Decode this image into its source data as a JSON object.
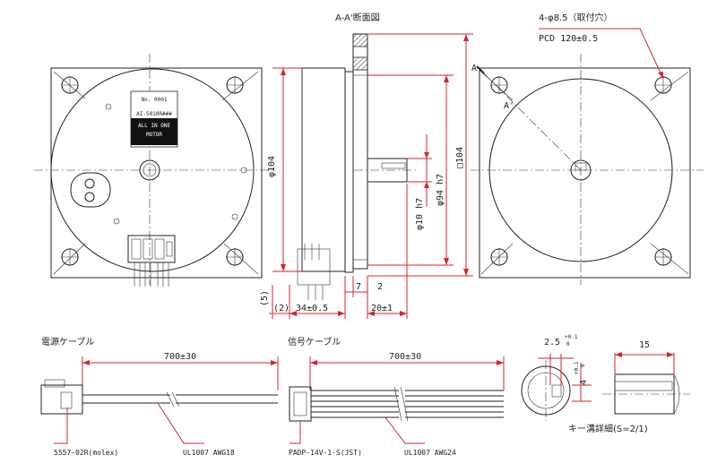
{
  "section_title": "A-A'断面図",
  "hole_spec": "4-φ8.5（取付穴）",
  "pcd_spec": "PCD 120±0.5",
  "section_mark_a": "A",
  "section_mark_a2": "A'",
  "dim_body_diameter": "φ104",
  "dim_square": "□104",
  "dim_pilot": "φ94 h7",
  "dim_shaft": "φ10 h7",
  "dim_body_length": "34±0.5",
  "dim_shaft_length": "20±1",
  "dim_flange": "7",
  "dim_step": "2",
  "dim_offset": "(2)",
  "dim_side": "(5)",
  "label_image": {
    "line1": "AI-5010R###",
    "line2": "ALL IN ONE",
    "line3": "MOTOR",
    "line4": "No. 0001"
  },
  "power_cable": {
    "title": "電源ケーブル",
    "length": "700±30",
    "connector": "5557-02R(molex)",
    "wire": "UL1007 AWG18"
  },
  "signal_cable": {
    "title": "信号ケーブル",
    "length": "700±30",
    "connector": "PADP-14V-1-S(JST)",
    "wire": "UL1007 AWG24"
  },
  "key_detail": {
    "width": "2.5",
    "width_tol_upper": "+0.1",
    "width_tol_lower": "0",
    "depth": "4",
    "depth_tol_upper": "+0.1",
    "depth_tol_lower": "0",
    "length": "15",
    "title": "キー溝詳細(S=2/1)"
  }
}
